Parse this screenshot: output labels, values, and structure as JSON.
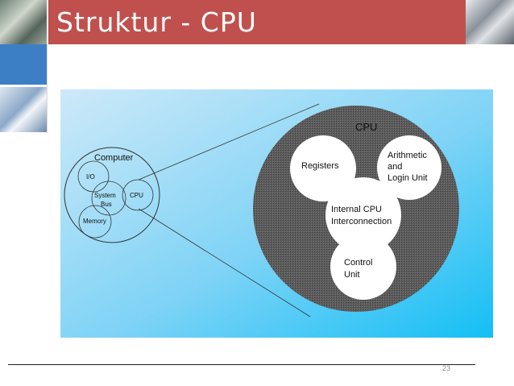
{
  "slide": {
    "title": "Struktur - CPU",
    "page_number": "23"
  },
  "diagram": {
    "computer": {
      "label": "Computer",
      "io": "I/O",
      "system_bus_line1": "System",
      "system_bus_line2": "Bus",
      "cpu": "CPU",
      "memory": "Memory"
    },
    "cpu_detail": {
      "label": "CPU",
      "registers": "Registers",
      "alu_line1": "Arithmetic",
      "alu_line2": "and",
      "alu_line3": "Login Unit",
      "interconnect_line1": "Internal CPU",
      "interconnect_line2": "Interconnection",
      "control_line1": "Control",
      "control_line2": "Unit"
    }
  },
  "colors": {
    "title_bar": "#c0504d",
    "diagram_bg_start": "#c6e6f7",
    "diagram_bg_end": "#17c1f5",
    "big_circle": "#595959"
  }
}
